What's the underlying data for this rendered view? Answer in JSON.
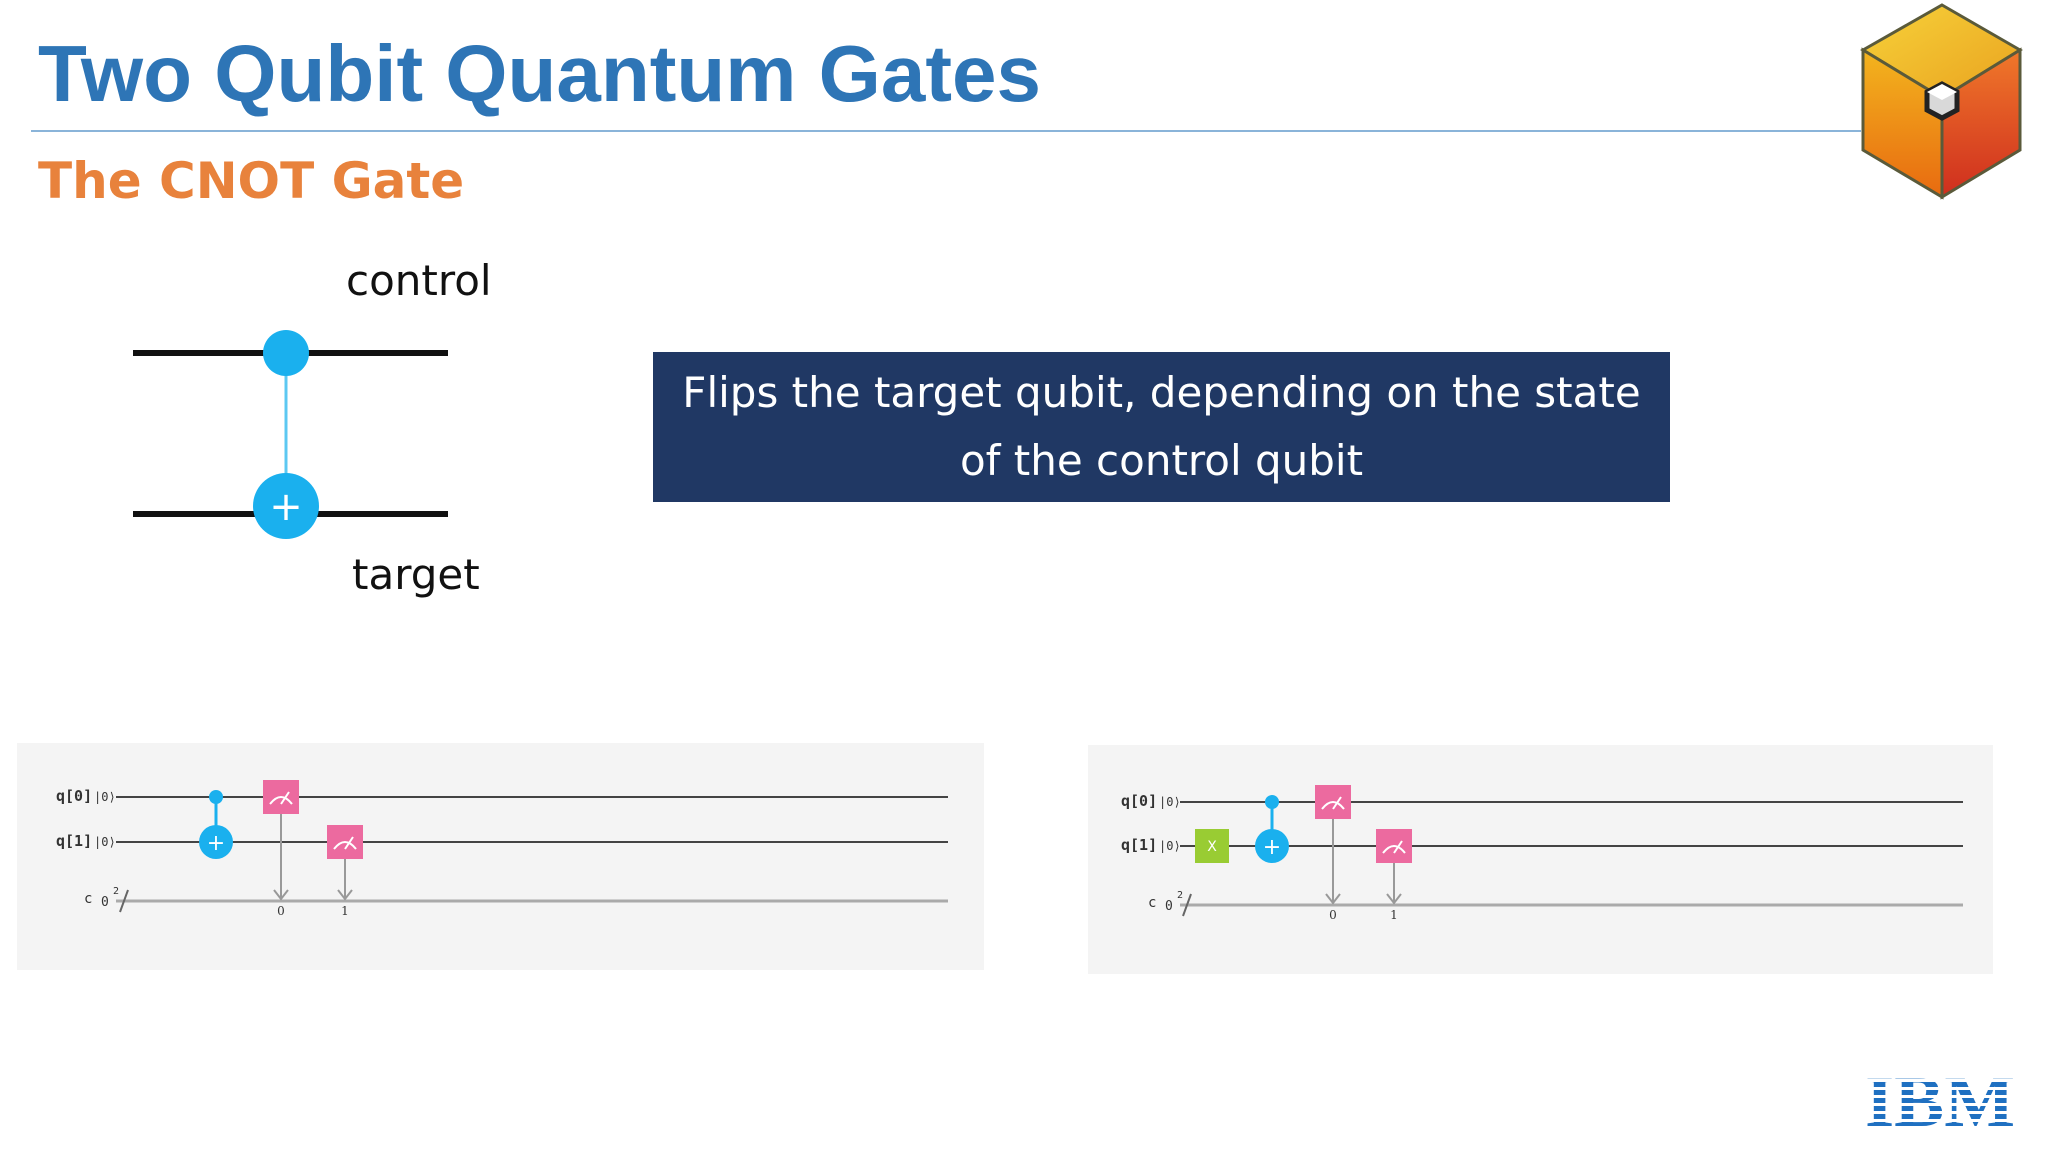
{
  "slide": {
    "title": "Two Qubit Quantum Gates",
    "subtitle": "The CNOT Gate",
    "description": "Flips the target qubit, depending on the state of the control qubit"
  },
  "cnot_diagram": {
    "control_label": "control",
    "target_label": "target",
    "plus_symbol": "+"
  },
  "circuit_left": {
    "qubits": [
      {
        "label": "q[0]",
        "ket": "|0⟩"
      },
      {
        "label": "q[1]",
        "ket": "|0⟩"
      }
    ],
    "classical": {
      "label": "c",
      "index": "0",
      "width": "2"
    },
    "measure_targets": [
      "0",
      "1"
    ],
    "x_gate": null
  },
  "circuit_right": {
    "qubits": [
      {
        "label": "q[0]",
        "ket": "|0⟩"
      },
      {
        "label": "q[1]",
        "ket": "|0⟩"
      }
    ],
    "classical": {
      "label": "c",
      "index": "0",
      "width": "2"
    },
    "measure_targets": [
      "0",
      "1"
    ],
    "x_gate": "X"
  },
  "logos": {
    "brand": "IBM",
    "cube_icon": "qiskit-cube-icon"
  },
  "colors": {
    "title": "#2e75b6",
    "subtitle": "#e8823c",
    "box_bg": "#203864",
    "cnot_blue": "#1ab0ee",
    "measure_pink": "#ec6a9f",
    "x_gate_green": "#99cc33",
    "ibm_blue": "#1f70c1"
  }
}
